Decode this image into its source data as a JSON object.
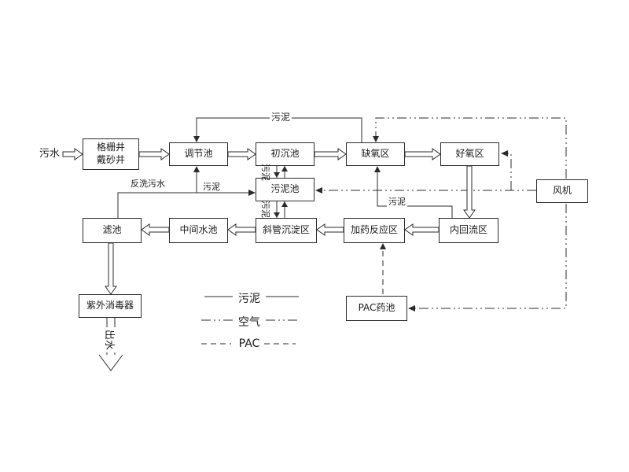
{
  "process": {
    "grit_well": {
      "line1": "格栅井",
      "line2": "戴砂井"
    },
    "regulation_tank": "调节池",
    "primary_sedimentation_tank": "初沉池",
    "anoxic_zone": "缺氧区",
    "aerobic_zone": "好氧区",
    "blower": "风机",
    "sludge_tank": "污泥池",
    "filter_tank": "滤池",
    "intermediate_water_tank": "中间水池",
    "inclined_tube_settling_zone": "斜管沉淀区",
    "dosing_reaction_zone": "加药反应区",
    "internal_reflux_zone": "内回流区",
    "uv_disinfector": "紫外消毒器",
    "pac_tank": "PAC药池"
  },
  "stream_labels": {
    "influent": "污水",
    "effluent": "出水",
    "backwash_sewage": "反洗污水",
    "sludge_to_sludge_tank": "污泥",
    "sludge_top_return": "污泥",
    "sludge_internal_return": "污泥",
    "sludge_primary_vertical": "污泥",
    "sludge_settling_vertical": "污泥"
  },
  "legend": {
    "sludge": "污泥",
    "air": "空气",
    "pac": "PAC"
  },
  "colors": {
    "line": "#2b2b2b",
    "background": "#ffffff"
  }
}
